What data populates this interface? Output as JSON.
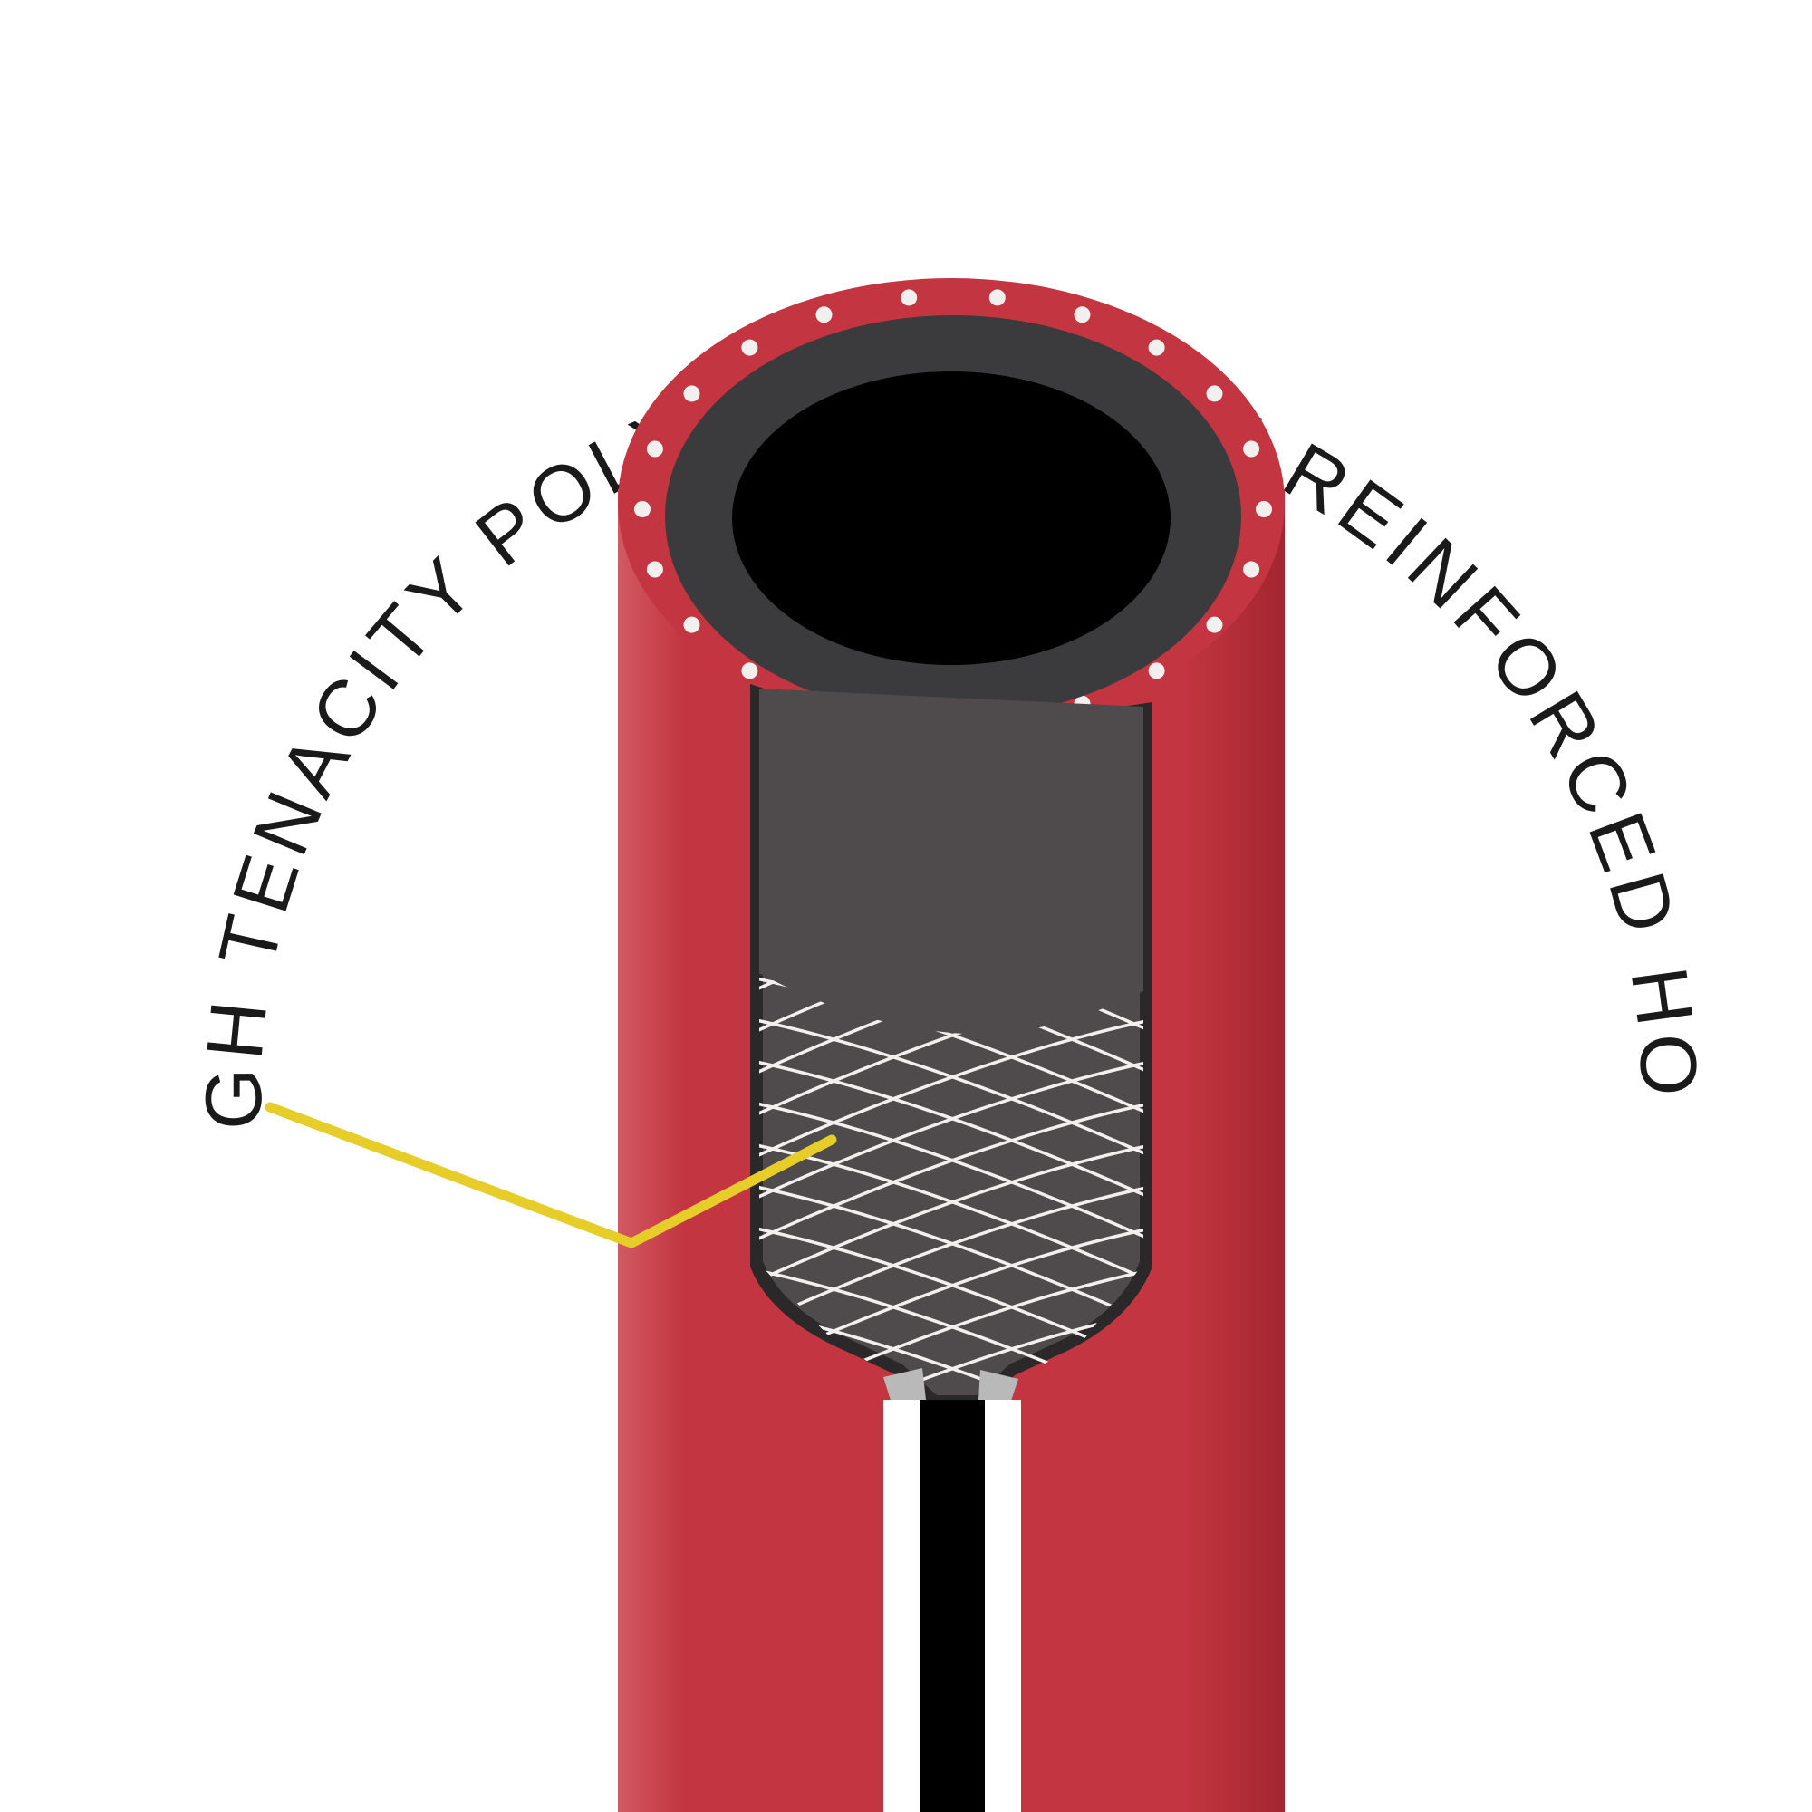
{
  "diagram": {
    "title_arc": "HIGH TENACITY POLYESTER YARN REINFORCED HOSE",
    "colors": {
      "outer_cover": "#c33540",
      "outer_cover_light": "#d25962",
      "outer_cover_dark": "#a3262f",
      "inner_tube": "#3b3a3c",
      "inner_tube_cutaway": "#4f4a4b",
      "bore": "#000000",
      "braid": "#f2f0ee",
      "leader_line": "#e6cd2a",
      "stripe_black": "#000000",
      "stripe_white": "#ffffff",
      "text": "#1a1a1a"
    },
    "layers": [
      "outer-cover",
      "polyester-yarn-braid",
      "inner-tube",
      "bore"
    ]
  }
}
